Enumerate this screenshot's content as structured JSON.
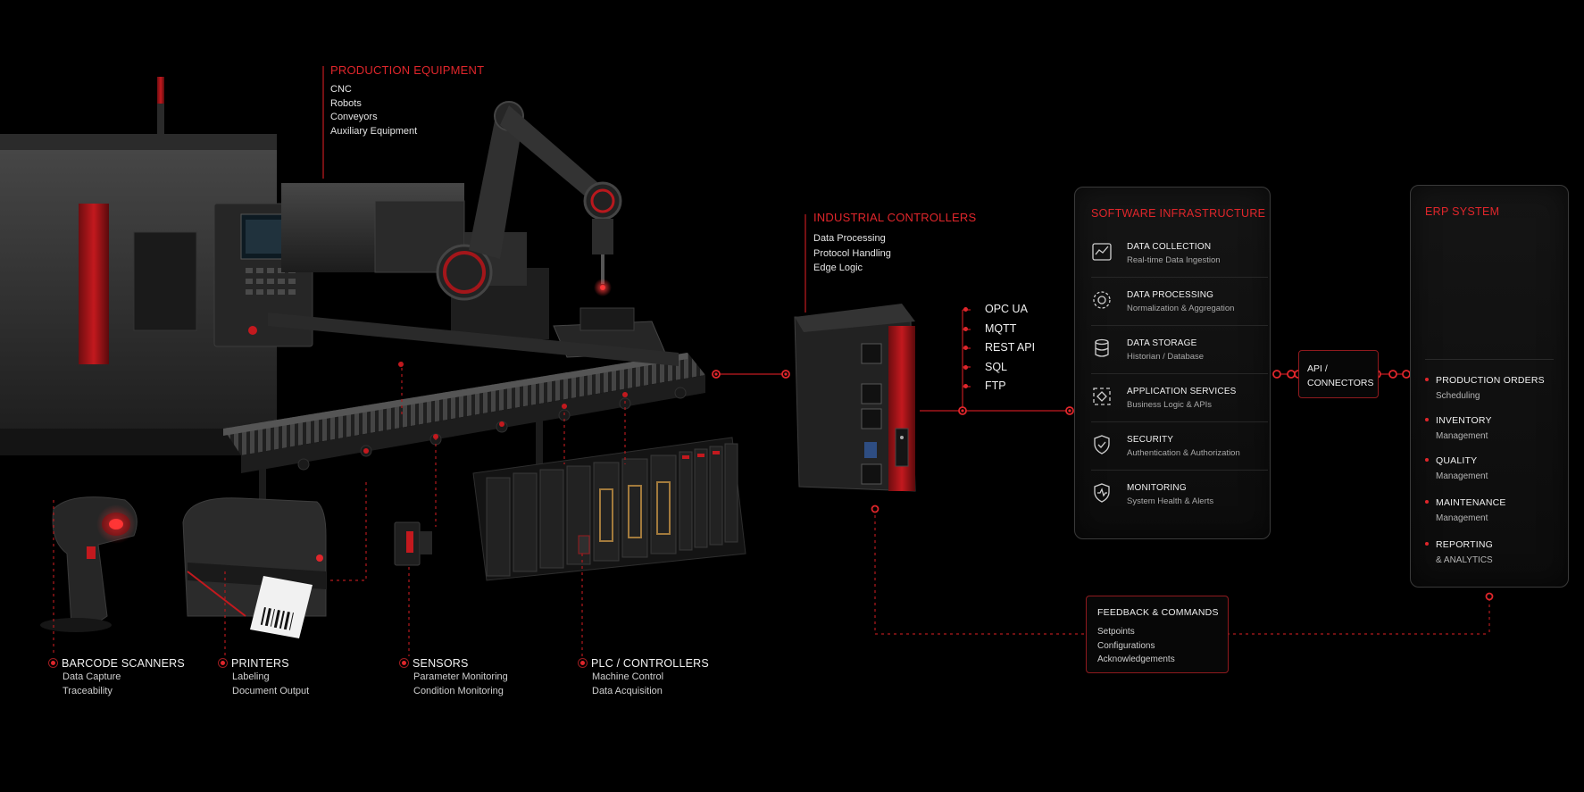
{
  "production_equipment": {
    "title": "PRODUCTION EQUIPMENT",
    "items": [
      "CNC",
      "Robots",
      "Conveyors",
      "Auxiliary Equipment"
    ]
  },
  "industrial_controllers": {
    "title": "INDUSTRIAL CONTROLLERS",
    "items": [
      "Data Processing",
      "Protocol Handling",
      "Edge Logic"
    ]
  },
  "protocols": [
    "OPC UA",
    "MQTT",
    "REST API",
    "SQL",
    "FTP"
  ],
  "devices": [
    {
      "title": "BARCODE SCANNERS",
      "lines": [
        "Data Capture",
        "Traceability"
      ]
    },
    {
      "title": "PRINTERS",
      "lines": [
        "Labeling",
        "Document Output"
      ]
    },
    {
      "title": "SENSORS",
      "lines": [
        "Parameter Monitoring",
        "Condition Monitoring"
      ]
    },
    {
      "title": "PLC / CONTROLLERS",
      "lines": [
        "Machine Control",
        "Data Acquisition"
      ]
    }
  ],
  "software_infrastructure": {
    "title": "SOFTWARE INFRASTRUCTURE",
    "services": [
      {
        "name": "DATA COLLECTION",
        "desc": "Real-time Data Ingestion",
        "icon": "data-collection-icon"
      },
      {
        "name": "DATA PROCESSING",
        "desc": "Normalization & Aggregation",
        "icon": "gear-icon"
      },
      {
        "name": "DATA STORAGE",
        "desc": "Historian / Database",
        "icon": "database-icon"
      },
      {
        "name": "APPLICATION SERVICES",
        "desc": "Business Logic & APIs",
        "icon": "application-icon"
      },
      {
        "name": "SECURITY",
        "desc": "Authentication & Authorization",
        "icon": "shield-check-icon"
      },
      {
        "name": "MONITORING",
        "desc": "System Health & Alerts",
        "icon": "shield-pulse-icon"
      }
    ]
  },
  "api_connectors": {
    "line1": "API /",
    "line2": "CONNECTORS"
  },
  "erp_system": {
    "title": "ERP SYSTEM",
    "items": [
      {
        "name": "PRODUCTION ORDERS",
        "desc": [
          "Scheduling"
        ]
      },
      {
        "name": "INVENTORY",
        "desc": [
          "Management"
        ]
      },
      {
        "name": "QUALITY",
        "desc": [
          "Management"
        ]
      },
      {
        "name": "MAINTENANCE",
        "desc": [
          "Management"
        ]
      },
      {
        "name": "REPORTING",
        "desc": [
          "& ANALYTICS"
        ]
      }
    ]
  },
  "feedback": {
    "title": "FEEDBACK & COMMANDS",
    "items": [
      "Setpoints",
      "Configurations",
      "Acknowledgements"
    ]
  },
  "colors": {
    "accent": "#e0262b",
    "background": "#000000",
    "panel_border": "#3a3a3a"
  }
}
